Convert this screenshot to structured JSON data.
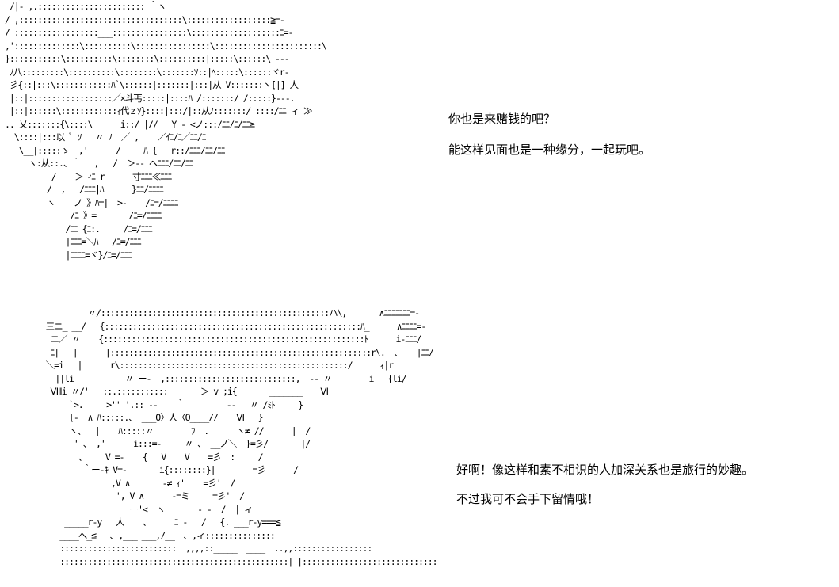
{
  "panels": [
    {
      "art": " /|‐ ,.::::::::::::::::::::::: ｀ヽ\n/ ,:::::::::::::::::::::::::::::::::::\\::::::::::::::::::≧=-\n/ ::::::::::::::::::___::::::::::::::::\\:::::::::::::::::::ﾆ=-\n,'::::::::::::::\\::::::::::\\::::::::::::::::\\:::::::::::::::::::::::\\\n}:::::::::::\\::::::::::\\::::::::\\::::::::::|:::::\\::::::\\ ---\n ﾉ八:::::::::\\::::::::::\\::::::::\\:::::::ｿ::|ﾍ:::::\\::::::ヾr‐\n_彡{::|:::\\::::::::::::ﾊﾞ\\::::::|:::::::|:::|从 V:::::::ヽ[|] 人\n |::|::::::::::::::::::／×斗丐:::::|::::ﾊ /:::::::/ /:::::}---.\n |::|::::::\\::::::::::::ｨ代ｚｿ}::::|:::/|::从ﾉ:::::::/ ::::/ﾆﾆ ィ ≫\n.. 乂:::::::{\\::::\\      i::/ |//   Y ‐ <ノ:::/ﾆﾆ/ﾆ/ﾆﾆ≧\n  \\::::|:::以 ﾞ ｿ   〃 ﾉ  ／ ,    ／ｲﾆ/ﾆ／ﾆﾆ/ﾆ\n   \\__|:::::ゝ  ,'      /     ﾊ {   r::/ﾆﾆﾆ/ﾆﾆ/ﾆﾆ\n     ヽ:从::.、｀   ,   /  ＞-- へﾆﾆﾆ/ﾆﾆ/ﾆﾆ\n          /    ＞ ｨﾆ r      寸ﾆﾆﾆ≪ﾆﾆﾆ\n         /  ,   /ﾆﾆﾆ|ﾊ      }ﾆﾆ/ﾆﾆﾆﾆ\n         ヽ  __ノ 》ﾊ=|  >‐    /ﾆ=/ﾆﾆﾆﾆ\n              /ﾆ 》=       /ﾆ=/ﾆﾆﾆﾆ\n             /ﾆﾆ {ﾆ:.     /ﾆ=/ﾆﾆﾆ\n             |ﾆﾆﾆ=＼ﾊ   /ﾆ=/ﾆﾆﾆ\n             |ﾆﾆﾆﾆ=ヾ}/ﾆ=/ﾆﾆﾆ",
      "lines": [
        "你也是来赌钱的吧？",
        "能这样见面也是一种缘分，一起玩吧。"
      ]
    },
    {
      "art": "            〃/:::::::::::::::::::::::::::::::::::::::::::::::::ハ\\,       ∧ﾆﾆﾆﾆﾆﾆﾆ=-\n   三ニ_ __/   {:::::::::::::::::::::::::::::::::::::::::::::::::::::::ﾊ_      ∧ﾆﾆﾆﾆ=-\n    ニ／ 〃    {::::::::::::::::::::::::::::::::::::::::::::::::::::::::ﾄ      i-ﾆﾆﾆ/\n    ﾆ|   |      |::::::::::::::::::::::::::::::::::::::::::::::::::::::::r\\.  、   |ﾆﾆ/\n   ＼=i   |      r\\:::::::::::::::::::::::::::::::::::::::::::::::::/      ｨ|r\n     ||li           〃 ー‐  ,::::::::::::::::::::::::::::,  ‐‐ 〃        i   {li/\n    Ⅷi 〃/'   ::.:::::::::::       ＞ v ;i{       _______    Ⅵ\n        `>.     >'' '.:: ‐‐    ｀         ‐‐   〃 /ﾐﾄ     }\n        [‐  ∧ ﾊ:::::.、 ___O〉人〈O____//    Ⅵ   }\n        ヽ、  |    ﾊ:::::〃        ﾌ  .      ヽ≠ //      |  /\n         ' 、 ,'      i:::=-     〃 、 __ノ＼  }=彡/       |/\n          、    V =-    {   V    V    =彡  :     /\n           ｀ー‐ｷ V=-       i{::::::::}|        =彡   ___/\n                 ,V ∧       ‐≠ ｨ'    =彡'  /\n                  ', V ∧      -=ミ     =彡'  /\n                     ー'<  ヽ       ‐ ‐  /  | ィ\n       _____r-y   人    、     ﾆ ‐   /   {. ___r-y===≦\n      ____へ_≦   ､ ,___ ___,/__  ､ ,ィ:::::::::::::::\n      :::::::::::::::::::::::::  ,,,,::_____  ____  ..,,:::::::::::::::::\n      :::::::::::::::::::::::::::::::::::::::::::::::::| |::::::::::::::::::::::::::::::::::::::::::",
      "lines": [
        "好啊！像这样和素不相识的人加深关系也是旅行的妙趣。",
        "不过我可不会手下留情哦！"
      ]
    }
  ]
}
